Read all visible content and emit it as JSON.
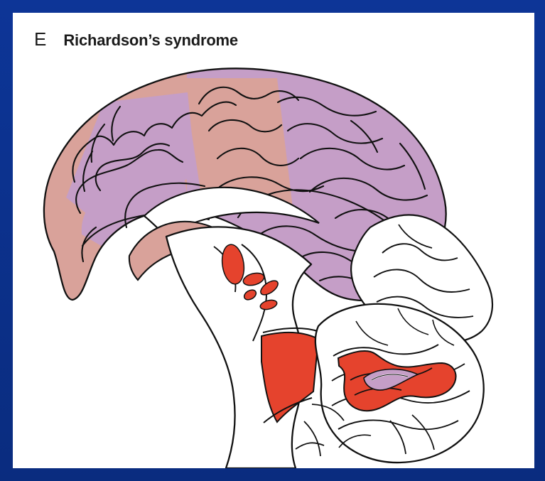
{
  "panel": {
    "label": "E",
    "title": "Richardson’s syndrome"
  },
  "colors": {
    "background": "#0b2f86",
    "panel": "#ffffff",
    "pink_cortex": "#d9a29a",
    "purple_cortex": "#c59ec7",
    "red_region": "#e5432d",
    "outline": "#111111"
  },
  "regions": [
    "frontal-medial-pink",
    "parietal-medial-purple",
    "brainstem-red",
    "cerebellar-nucleus-red"
  ]
}
